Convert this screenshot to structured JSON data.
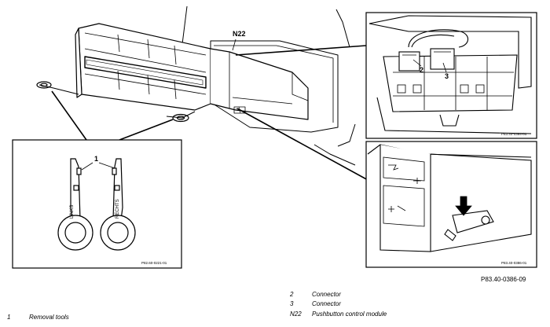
{
  "figure": {
    "callouts": {
      "module": "N22",
      "tools": "1",
      "connector_a": "2",
      "connector_b": "3"
    },
    "tool_labels": {
      "left": "LINKS",
      "right": "RECHTS"
    },
    "detail_refs": {
      "tools_detail": "P82.60-0221-01",
      "connector_detail": "P83.40-0384-01",
      "arrow_detail": "P83.40-0386-01"
    },
    "figure_ref": "P83.40-0386-09"
  },
  "legend": [
    {
      "num": "2",
      "text": "Connector"
    },
    {
      "num": "3",
      "text": "Connector"
    },
    {
      "num": "N22",
      "text": "Pushbutton control module"
    },
    {
      "num": "1",
      "text": "Removal tools"
    }
  ]
}
